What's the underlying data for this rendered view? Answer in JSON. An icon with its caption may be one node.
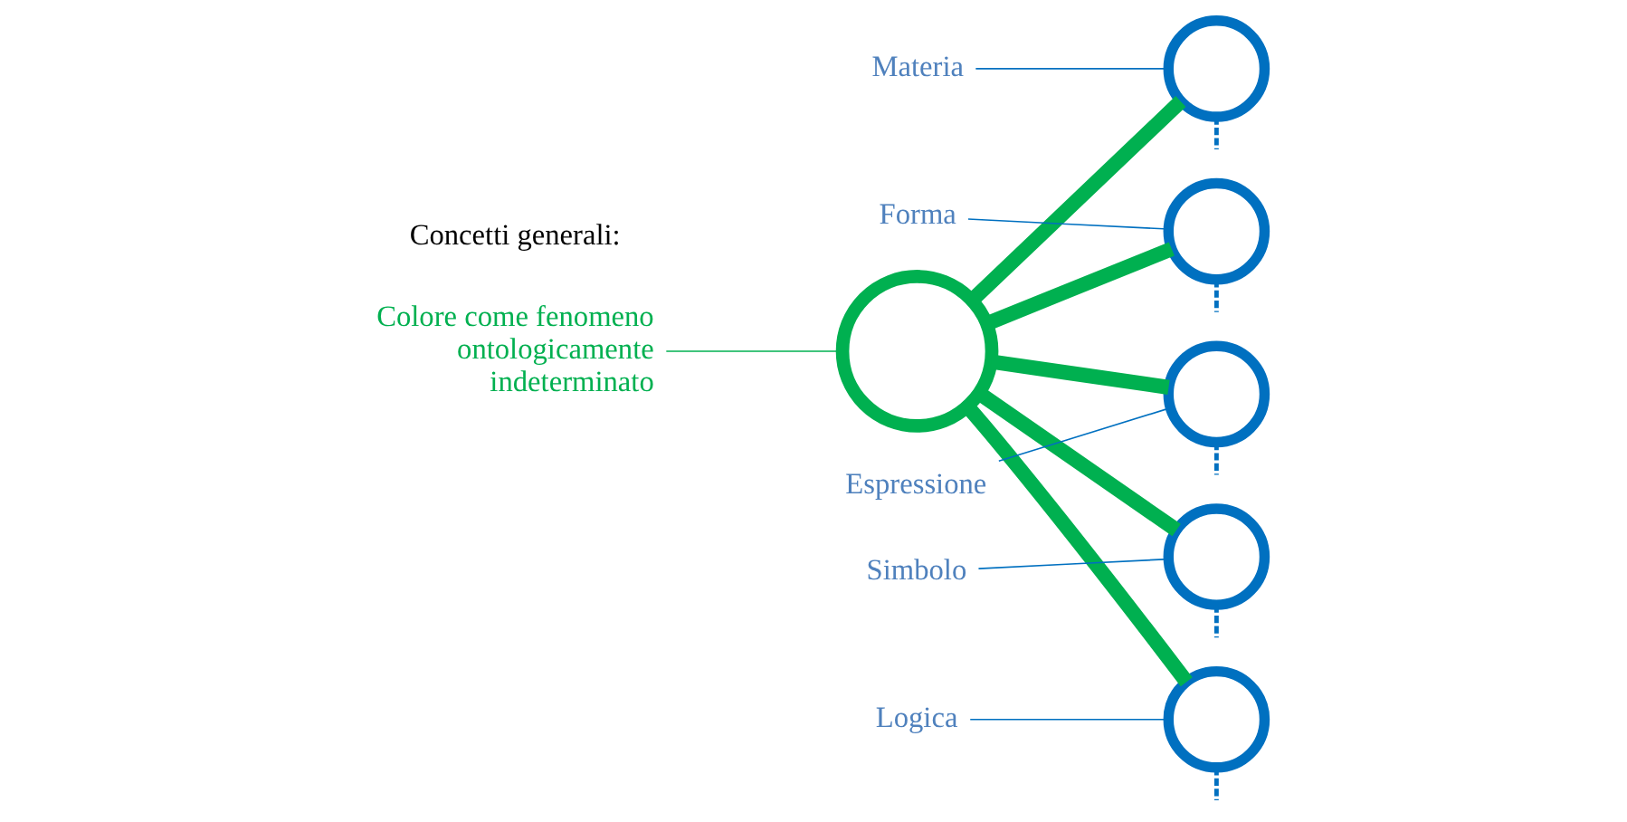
{
  "diagram": {
    "nodes": [
      {
        "text": [],
        "shape": "circle"
      },
      {
        "text": [],
        "shape": "circle"
      },
      {
        "text": [],
        "shape": "circle"
      },
      {
        "text": [],
        "shape": "circle"
      },
      {
        "text": [],
        "shape": "circle"
      },
      {
        "text": [],
        "shape": "circle"
      },
      {
        "text": [
          "Colore come fenomeno ontologicamente indeterminato"
        ]
      },
      {
        "text": [
          "Materia"
        ]
      },
      {
        "text": [
          "Forma"
        ]
      },
      {
        "text": [
          "Espressione"
        ]
      },
      {
        "text": [
          "Simbolo"
        ]
      },
      {
        "text": [
          "Logica"
        ]
      }
    ],
    "edges": [
      {
        "from": 0,
        "to": 1,
        "arrow": "none",
        "style": "thick",
        "color": "#00b050"
      },
      {
        "from": 0,
        "to": 2,
        "arrow": "none",
        "style": "thick",
        "color": "#00b050"
      },
      {
        "from": 0,
        "to": 3,
        "arrow": "none",
        "style": "thick",
        "color": "#00b050"
      },
      {
        "from": 0,
        "to": 4,
        "arrow": "none",
        "style": "thick",
        "color": "#00b050"
      },
      {
        "from": 0,
        "to": 5,
        "arrow": "none",
        "style": "thick",
        "color": "#00b050"
      },
      {
        "from": 6,
        "to": 0,
        "arrow": "none",
        "color": "#00b050"
      },
      {
        "from": 7,
        "to": 1,
        "arrow": "none"
      },
      {
        "from": 8,
        "to": 2,
        "arrow": "none"
      },
      {
        "from": 9,
        "to": 3,
        "arrow": "none"
      },
      {
        "from": 10,
        "to": 4,
        "arrow": "none"
      },
      {
        "from": 11,
        "to": 5,
        "arrow": "none"
      },
      {
        "from": 1,
        "to": null,
        "arrow": "none",
        "style": "dashed"
      },
      {
        "from": 2,
        "to": null,
        "arrow": "none",
        "style": "dashed"
      },
      {
        "from": 3,
        "to": null,
        "arrow": "none",
        "style": "dashed"
      },
      {
        "from": 4,
        "to": null,
        "arrow": "none",
        "style": "dashed"
      },
      {
        "from": 5,
        "to": null,
        "arrow": "none",
        "style": "dashed"
      }
    ],
    "labels": [
      "Concetti generali:"
    ]
  }
}
